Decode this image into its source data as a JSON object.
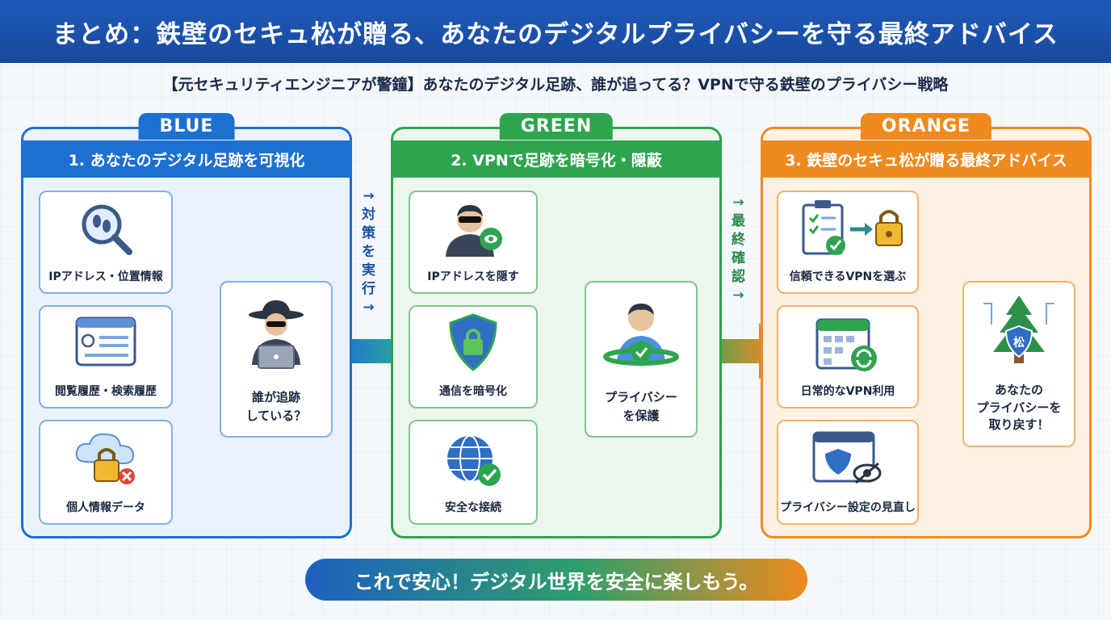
{
  "header": {
    "title": "まとめ：鉄壁のセキュ松が贈る、あなたのデジタルプライバシーを守る最終アドバイス"
  },
  "subtitle": "【元セキュリティエンジニアが警鐘】あなたのデジタル足跡、誰が追ってる？VPNで守る鉄壁のプライバシー戦略",
  "colors": {
    "blue": "#1d6fd0",
    "green": "#2ea44f",
    "orange": "#ef8a1f"
  },
  "panels": [
    {
      "tag": "BLUE",
      "title": "1. あなたのデジタル足跡を可視化",
      "cards": [
        {
          "label": "IPアドレス・位置情報",
          "icon": "magnifier-footprint-icon"
        },
        {
          "label": "閲覧履歴・検索履歴",
          "icon": "browser-history-icon"
        },
        {
          "label": "個人情報データ",
          "icon": "cloud-lock-icon"
        }
      ],
      "center": {
        "line1": "誰が追跡",
        "line2": "している？",
        "icon": "hacker-icon"
      }
    },
    {
      "tag": "GREEN",
      "title": "2. VPNで足跡を暗号化・隠蔽",
      "cards": [
        {
          "label": "IPアドレスを隠す",
          "icon": "masked-user-icon"
        },
        {
          "label": "通信を暗号化",
          "icon": "shield-lock-icon"
        },
        {
          "label": "安全な接続",
          "icon": "globe-check-icon"
        }
      ],
      "center": {
        "line1": "プライバシー",
        "line2": "を保護",
        "icon": "protected-user-icon"
      }
    },
    {
      "tag": "ORANGE",
      "title": "3. 鉄壁のセキュ松が贈る最終アドバイス",
      "cards": [
        {
          "label": "信頼できるVPNを選ぶ",
          "icon": "checklist-lock-icon"
        },
        {
          "label": "日常的なVPN利用",
          "icon": "calendar-sync-icon"
        },
        {
          "label": "プライバシー設定の見直し",
          "icon": "settings-eye-icon"
        }
      ],
      "center": {
        "line1": "あなたの",
        "line2": "プライバシーを",
        "line3": "取り戻す！",
        "icon": "pine-tree-shield-icon",
        "shield_text": "松"
      }
    }
  ],
  "connectors": [
    {
      "arrow_top": "→",
      "text": [
        "対",
        "策",
        "を",
        "実",
        "行"
      ],
      "arrow_bottom": "→"
    },
    {
      "arrow_top": "→",
      "text": [
        "最",
        "終",
        "確",
        "認"
      ],
      "arrow_bottom": "→"
    }
  ],
  "footer": "これで安心！デジタル世界を安全に楽しもう。"
}
